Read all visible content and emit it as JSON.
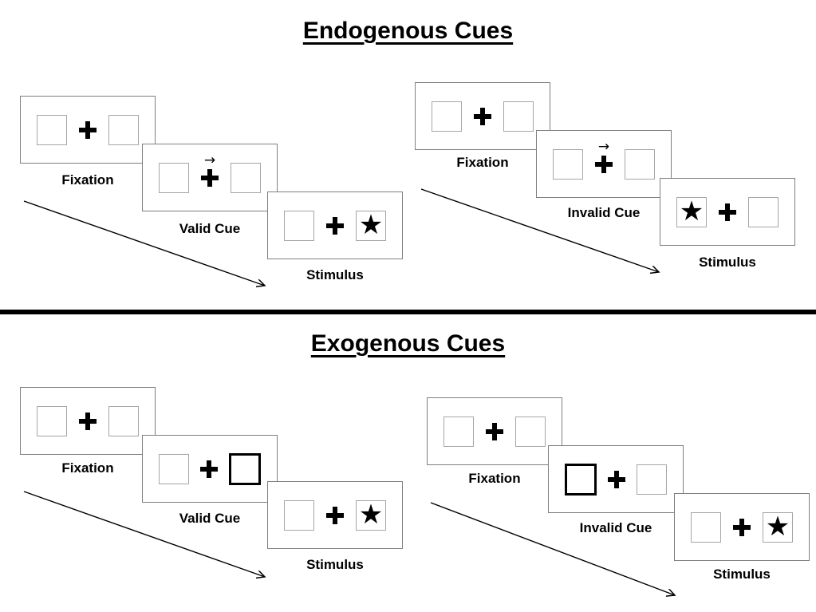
{
  "sections": [
    {
      "title": "Endogenous Cues",
      "groups": [
        {
          "name": "valid-trial",
          "panels": [
            {
              "label": "Fixation",
              "left_box": "empty",
              "right_box": "empty",
              "cue_arrow": false
            },
            {
              "label": "Valid Cue",
              "left_box": "empty",
              "right_box": "empty",
              "cue_arrow": true
            },
            {
              "label": "Stimulus",
              "left_box": "empty",
              "right_box": "star",
              "cue_arrow": false
            }
          ]
        },
        {
          "name": "invalid-trial",
          "panels": [
            {
              "label": "Fixation",
              "left_box": "empty",
              "right_box": "empty",
              "cue_arrow": false
            },
            {
              "label": "Invalid Cue",
              "left_box": "empty",
              "right_box": "empty",
              "cue_arrow": true
            },
            {
              "label": "Stimulus",
              "left_box": "star",
              "right_box": "empty",
              "cue_arrow": false
            }
          ]
        }
      ]
    },
    {
      "title": "Exogenous Cues",
      "groups": [
        {
          "name": "valid-trial",
          "panels": [
            {
              "label": "Fixation",
              "left_box": "empty",
              "right_box": "empty",
              "cue_arrow": false
            },
            {
              "label": "Valid Cue",
              "left_box": "empty",
              "right_box": "bold-outline",
              "cue_arrow": false
            },
            {
              "label": "Stimulus",
              "left_box": "empty",
              "right_box": "star",
              "cue_arrow": false
            }
          ]
        },
        {
          "name": "invalid-trial",
          "panels": [
            {
              "label": "Fixation",
              "left_box": "empty",
              "right_box": "empty",
              "cue_arrow": false
            },
            {
              "label": "Invalid Cue",
              "left_box": "bold-outline",
              "right_box": "empty",
              "cue_arrow": false
            },
            {
              "label": "Stimulus",
              "left_box": "empty",
              "right_box": "star",
              "cue_arrow": false
            }
          ]
        }
      ]
    }
  ],
  "glyphs": {
    "star": "★",
    "cue_arrow": "→",
    "fixation_cross": "+"
  },
  "colors": {
    "ink": "#000000",
    "panel_border": "#7f7f7f",
    "box_border": "#a6a6a6",
    "bold_box_border": "#000000"
  }
}
